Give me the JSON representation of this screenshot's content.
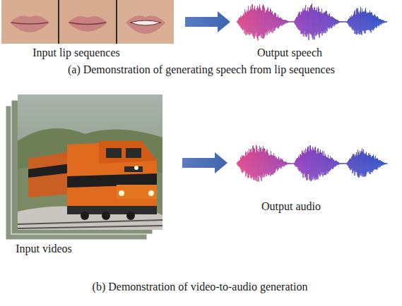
{
  "diagram": {
    "labels": [
      "Input lip sequences",
      "Output speech",
      "(a) Demonstration of generating speech from lip sequences",
      "Output audio",
      "Input videos",
      "(b) Demonstration of video-to-audio generation"
    ]
  }
}
